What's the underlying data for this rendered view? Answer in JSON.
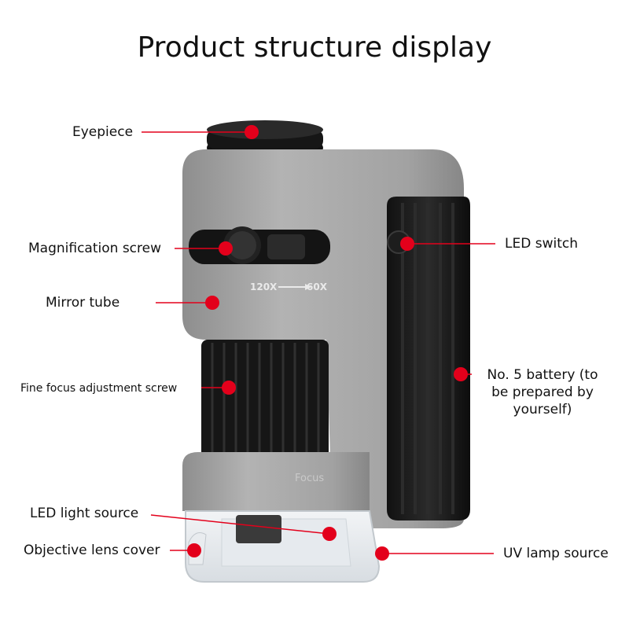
{
  "title": "Product structure display",
  "device": {
    "scale_left": "120X",
    "scale_right": "60X",
    "focus_text": "Focus"
  },
  "callouts": {
    "eyepiece": "Eyepiece",
    "magnification_screw": "Magnification screw",
    "mirror_tube": "Mirror tube",
    "fine_focus": "Fine focus adjustment screw",
    "led_light": "LED light source",
    "objective_cover": "Objective lens cover",
    "led_switch": "LED switch",
    "battery": [
      "No. 5 battery (to",
      "be prepared by",
      "yourself)"
    ],
    "uv_lamp": "UV lamp source"
  },
  "colors": {
    "marker": "#e3001b",
    "leader": "#e3001b",
    "body_gray": "#9c9c9c",
    "grip_black": "#1c1c1c"
  }
}
